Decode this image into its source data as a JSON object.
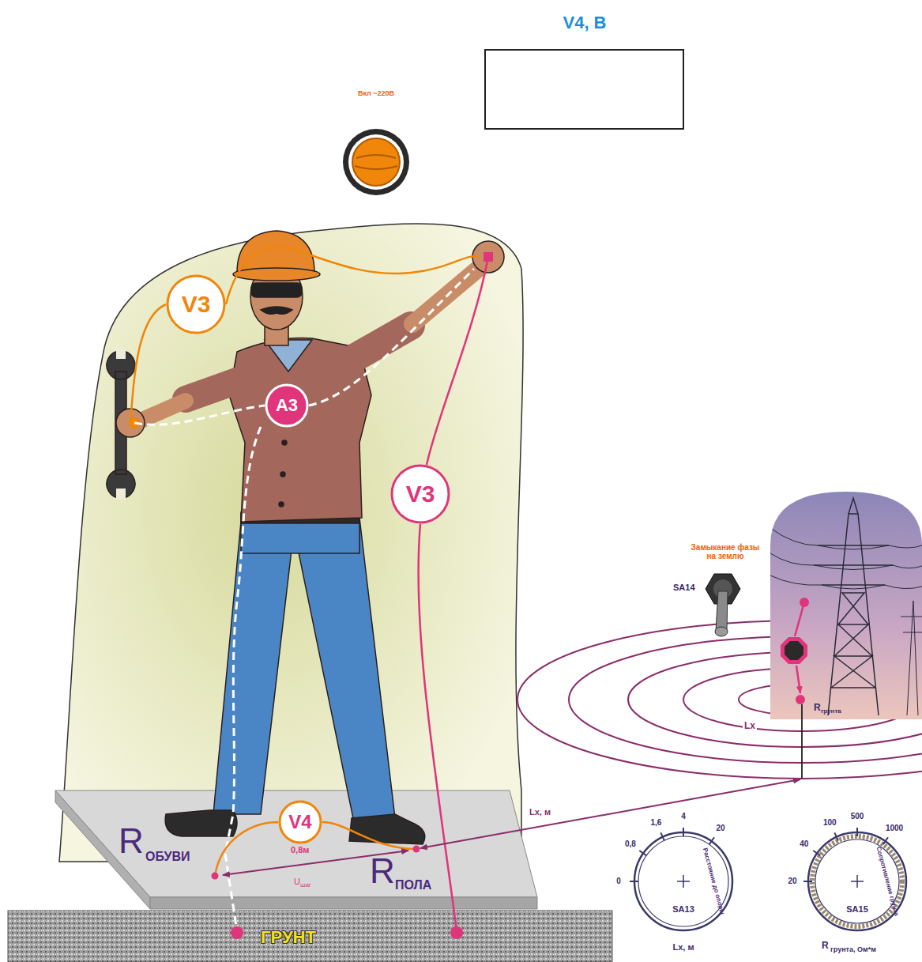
{
  "diagram": {
    "nodes": [
      {
        "text": [
          "V4, B"
        ]
      },
      {
        "text": [
          "Вкл ~220В"
        ]
      },
      {
        "text": [
          "V3"
        ]
      },
      {
        "text": [
          "A3"
        ]
      },
      {
        "text": [
          "V3"
        ]
      },
      {
        "text": [
          "V4"
        ]
      }
    ],
    "labels": [
      "0,8м",
      "R",
      "ОБУВИ",
      "R",
      "ПОЛА",
      "U",
      "шаг",
      "ГРУНТ",
      "Lx, м",
      "Замыкание фазы на землю",
      "SA14",
      "R",
      "грунта",
      "Lx",
      "0",
      "0,8",
      "1,6",
      "4",
      "20",
      "SA13",
      "Lx, м",
      "Расстояние до опоры",
      "20",
      "40",
      "100",
      "500",
      "1000",
      "SA15",
      "R",
      "грунта, Ом*м",
      "Сопротивление грунта"
    ]
  }
}
